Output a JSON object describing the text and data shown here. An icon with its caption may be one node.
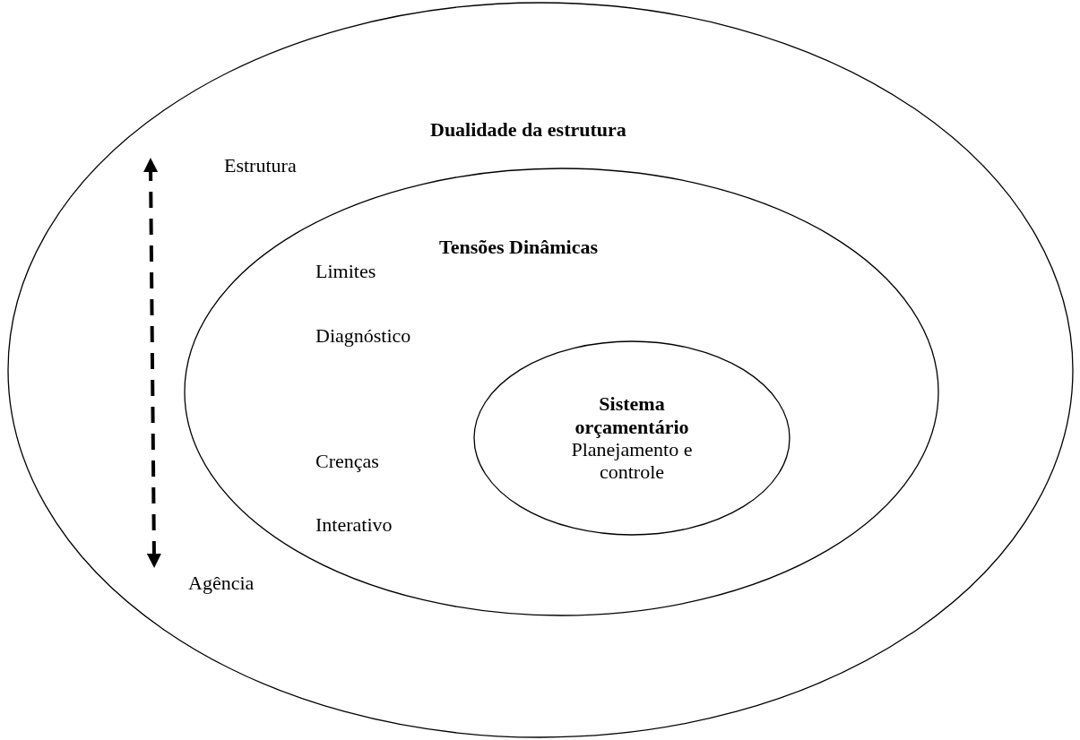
{
  "diagram": {
    "nodes": [
      {
        "text": [
          "Dualidade da estrutura",
          "Estrutura",
          "Agência"
        ]
      },
      {
        "text": [
          "Tensões Dinâmicas",
          "Limites",
          "Diagnóstico",
          "Crenças",
          "Interativo"
        ],
        "in": 0
      },
      {
        "text": [
          "Sistema orçamentário",
          "Planejamento e controle"
        ],
        "in": 1
      }
    ],
    "edges": []
  }
}
